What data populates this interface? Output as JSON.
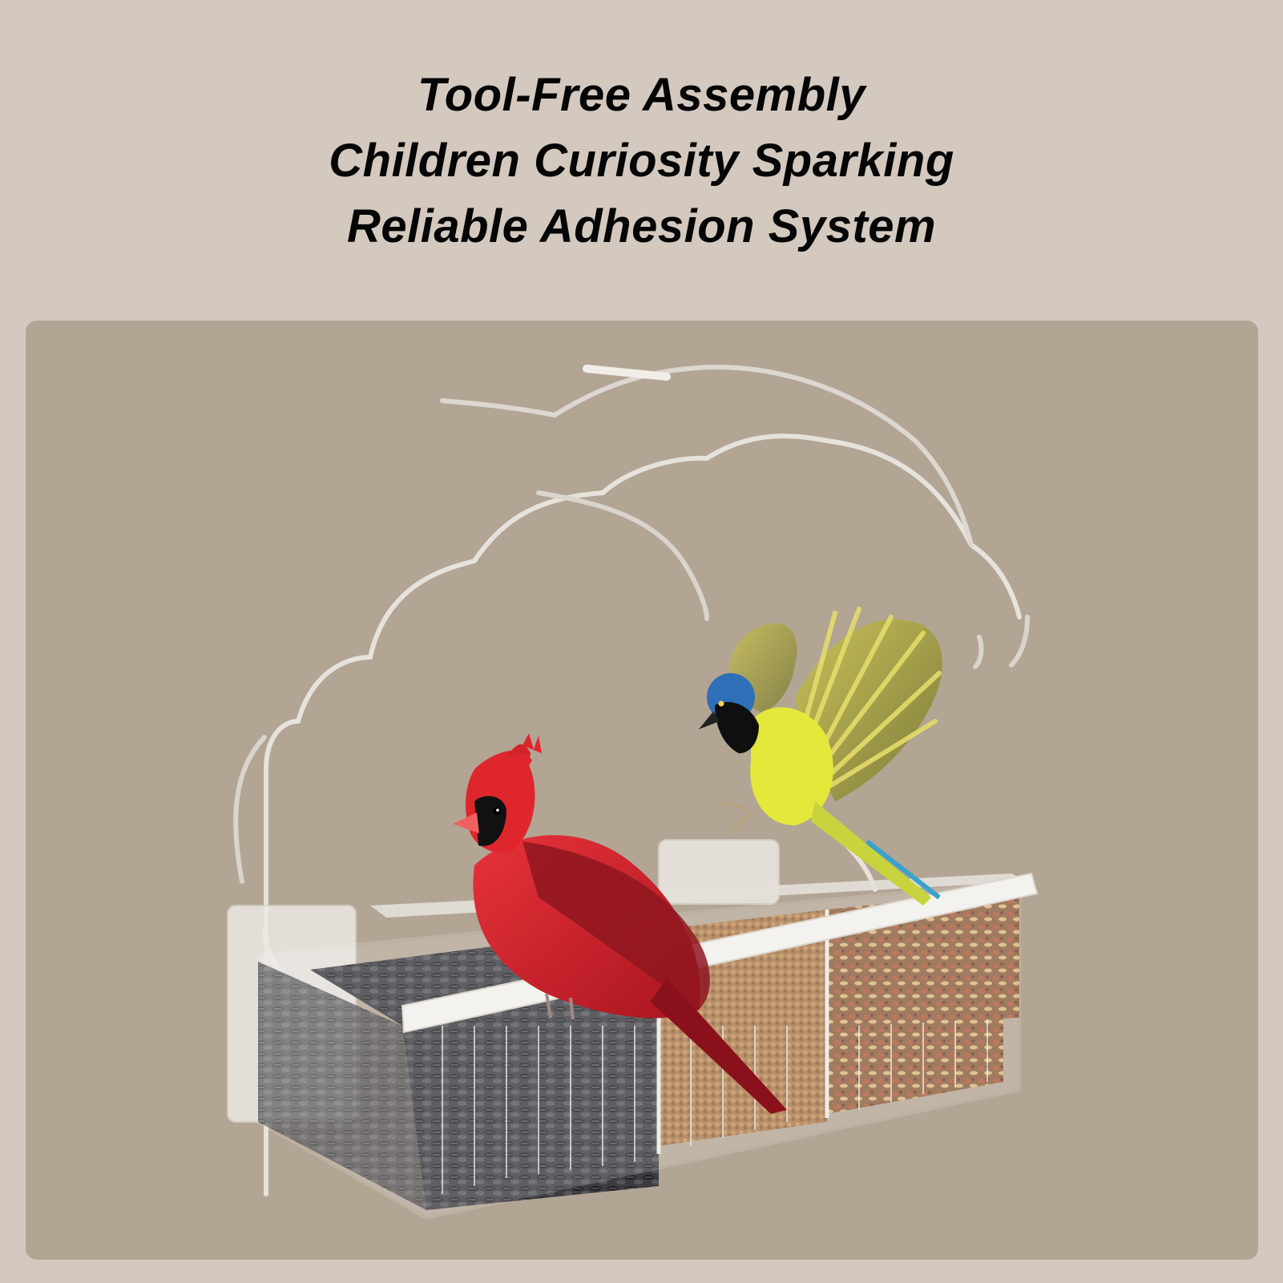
{
  "headline": {
    "lines": [
      "Tool-Free Assembly",
      "Children Curiosity Sparking",
      "Reliable Adhesion System"
    ]
  },
  "colors": {
    "page_background": "#d3c9bf",
    "panel_background": "#b2a594",
    "text": "#050505"
  },
  "illustration": {
    "subject": "clear acrylic window bird feeder with three seed compartments, a red cardinal perched on the front rail and a green jay landing",
    "icons": [
      "bird-feeder-image",
      "cardinal-bird-image",
      "green-jay-bird-image"
    ]
  }
}
